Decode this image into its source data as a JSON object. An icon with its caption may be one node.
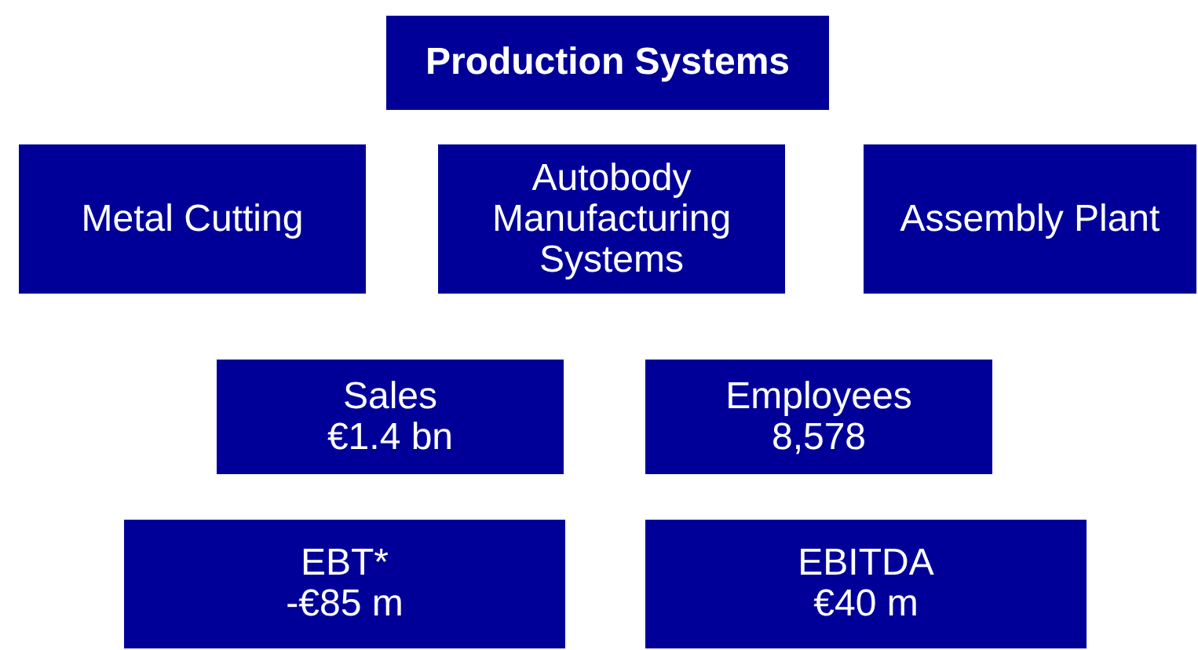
{
  "diagram": {
    "nodes": [
      {
        "text": [
          "Production Systems"
        ]
      },
      {
        "text": [
          "Metal Cutting"
        ]
      },
      {
        "text": [
          "Autobody Manufacturing Systems"
        ]
      },
      {
        "text": [
          "Assembly Plant"
        ]
      },
      {
        "text": [
          "Sales",
          "€1.4 bn"
        ]
      },
      {
        "text": [
          "Employees",
          "8,578"
        ]
      },
      {
        "text": [
          "EBT*",
          "-€85 m"
        ]
      },
      {
        "text": [
          "EBITDA",
          "€40 m"
        ]
      }
    ],
    "edges": []
  }
}
